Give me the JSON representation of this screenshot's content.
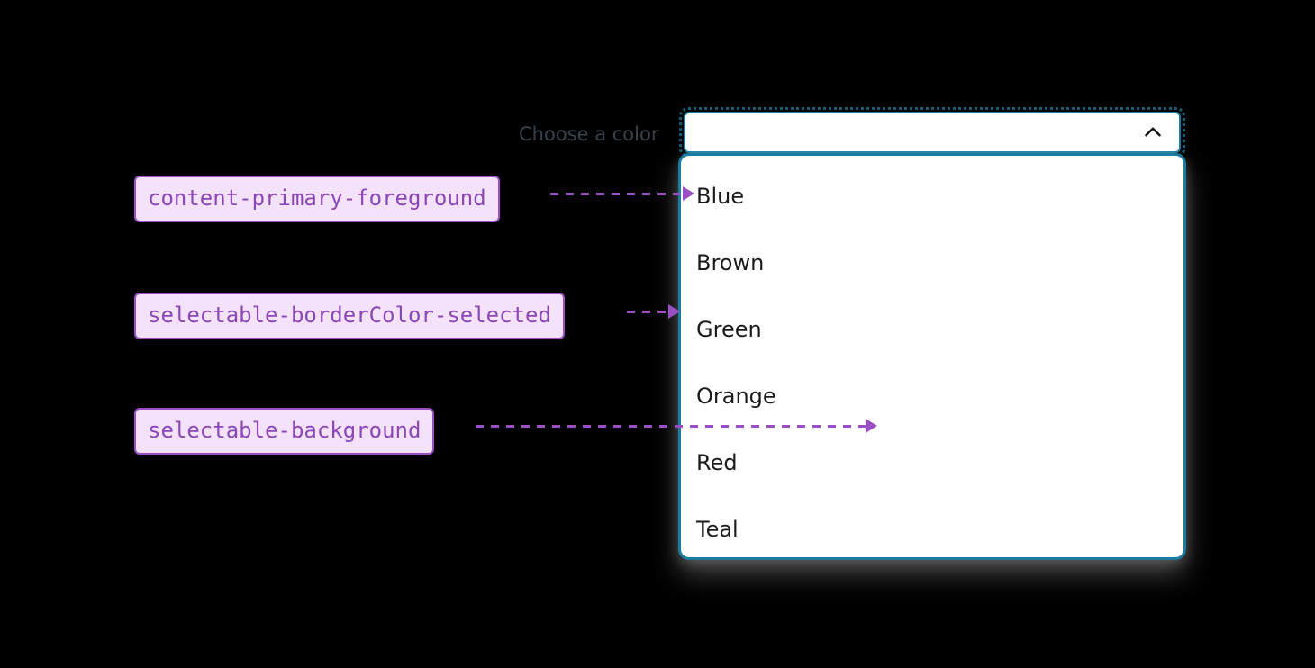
{
  "combobox": {
    "label": "Choose a color",
    "value": "",
    "placeholder": "",
    "expand_icon": "chevron-up-icon",
    "expanded": true,
    "border_color": "#1a7d9e",
    "focus_ring_color": "#175d78",
    "label_color": "#39424b"
  },
  "listbox": {
    "options": [
      {
        "label": "Blue"
      },
      {
        "label": "Brown"
      },
      {
        "label": "Green"
      },
      {
        "label": "Orange"
      },
      {
        "label": "Red"
      },
      {
        "label": "Teal"
      }
    ]
  },
  "annotations": {
    "accent_color": "#9c4fc4",
    "chip_background": "#f3e2f9",
    "tokens": [
      {
        "name": "content-primary-foreground"
      },
      {
        "name": "selectable-borderColor-selected"
      },
      {
        "name": "selectable-background"
      }
    ]
  }
}
